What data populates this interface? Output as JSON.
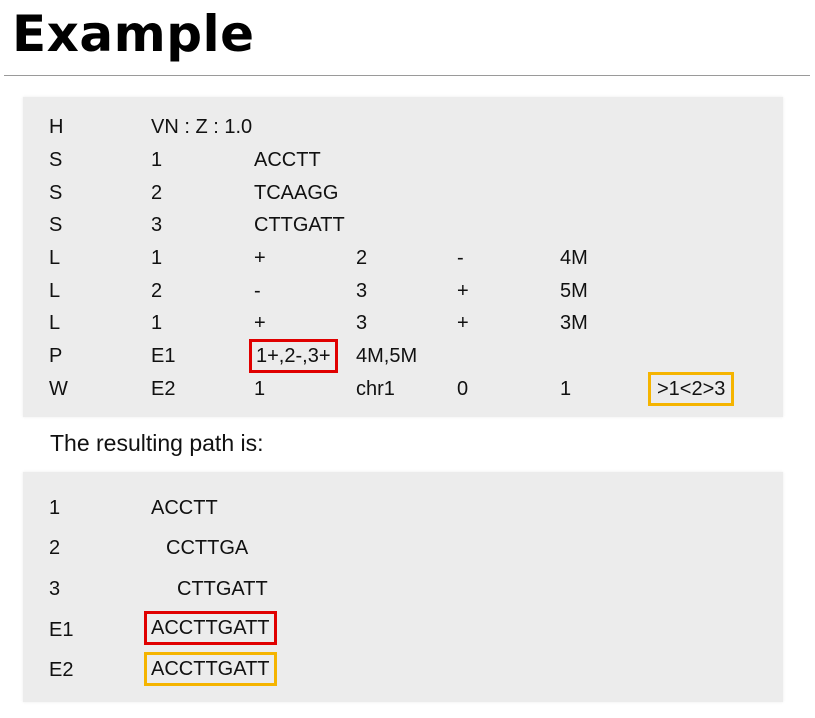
{
  "title": "Example",
  "table": {
    "rows": [
      [
        "H",
        "VN : Z : 1.0",
        "",
        "",
        "",
        "",
        ""
      ],
      [
        "S",
        "1",
        "ACCTT",
        "",
        "",
        "",
        ""
      ],
      [
        "S",
        "2",
        "TCAAGG",
        "",
        "",
        "",
        ""
      ],
      [
        "S",
        "3",
        "CTTGATT",
        "",
        "",
        "",
        ""
      ],
      [
        "L",
        "1",
        "+",
        "2",
        "-",
        "4M",
        ""
      ],
      [
        "L",
        "2",
        "-",
        "3",
        "+",
        "5M",
        ""
      ],
      [
        "L",
        "1",
        "+",
        "3",
        "+",
        "3M",
        ""
      ],
      [
        "P",
        "E1",
        "1+,2-,3+",
        "4M,5M",
        "",
        "",
        ""
      ],
      [
        "W",
        "E2",
        "1",
        "chr1",
        "0",
        "1",
        ">1<2>3"
      ]
    ]
  },
  "caption": "The resulting path is:",
  "result": {
    "rows": [
      {
        "label": "1",
        "seq": "ACCTT"
      },
      {
        "label": "2",
        "seq": "CCTTGA"
      },
      {
        "label": "3",
        "seq": "CTTGATT"
      },
      {
        "label": "E1",
        "seq": "ACCTTGATT"
      },
      {
        "label": "E2",
        "seq": "ACCTTGATT"
      }
    ]
  },
  "colors": {
    "highlight_p": "#e00000",
    "highlight_w": "#f5b400",
    "panel_bg": "#ececec"
  }
}
